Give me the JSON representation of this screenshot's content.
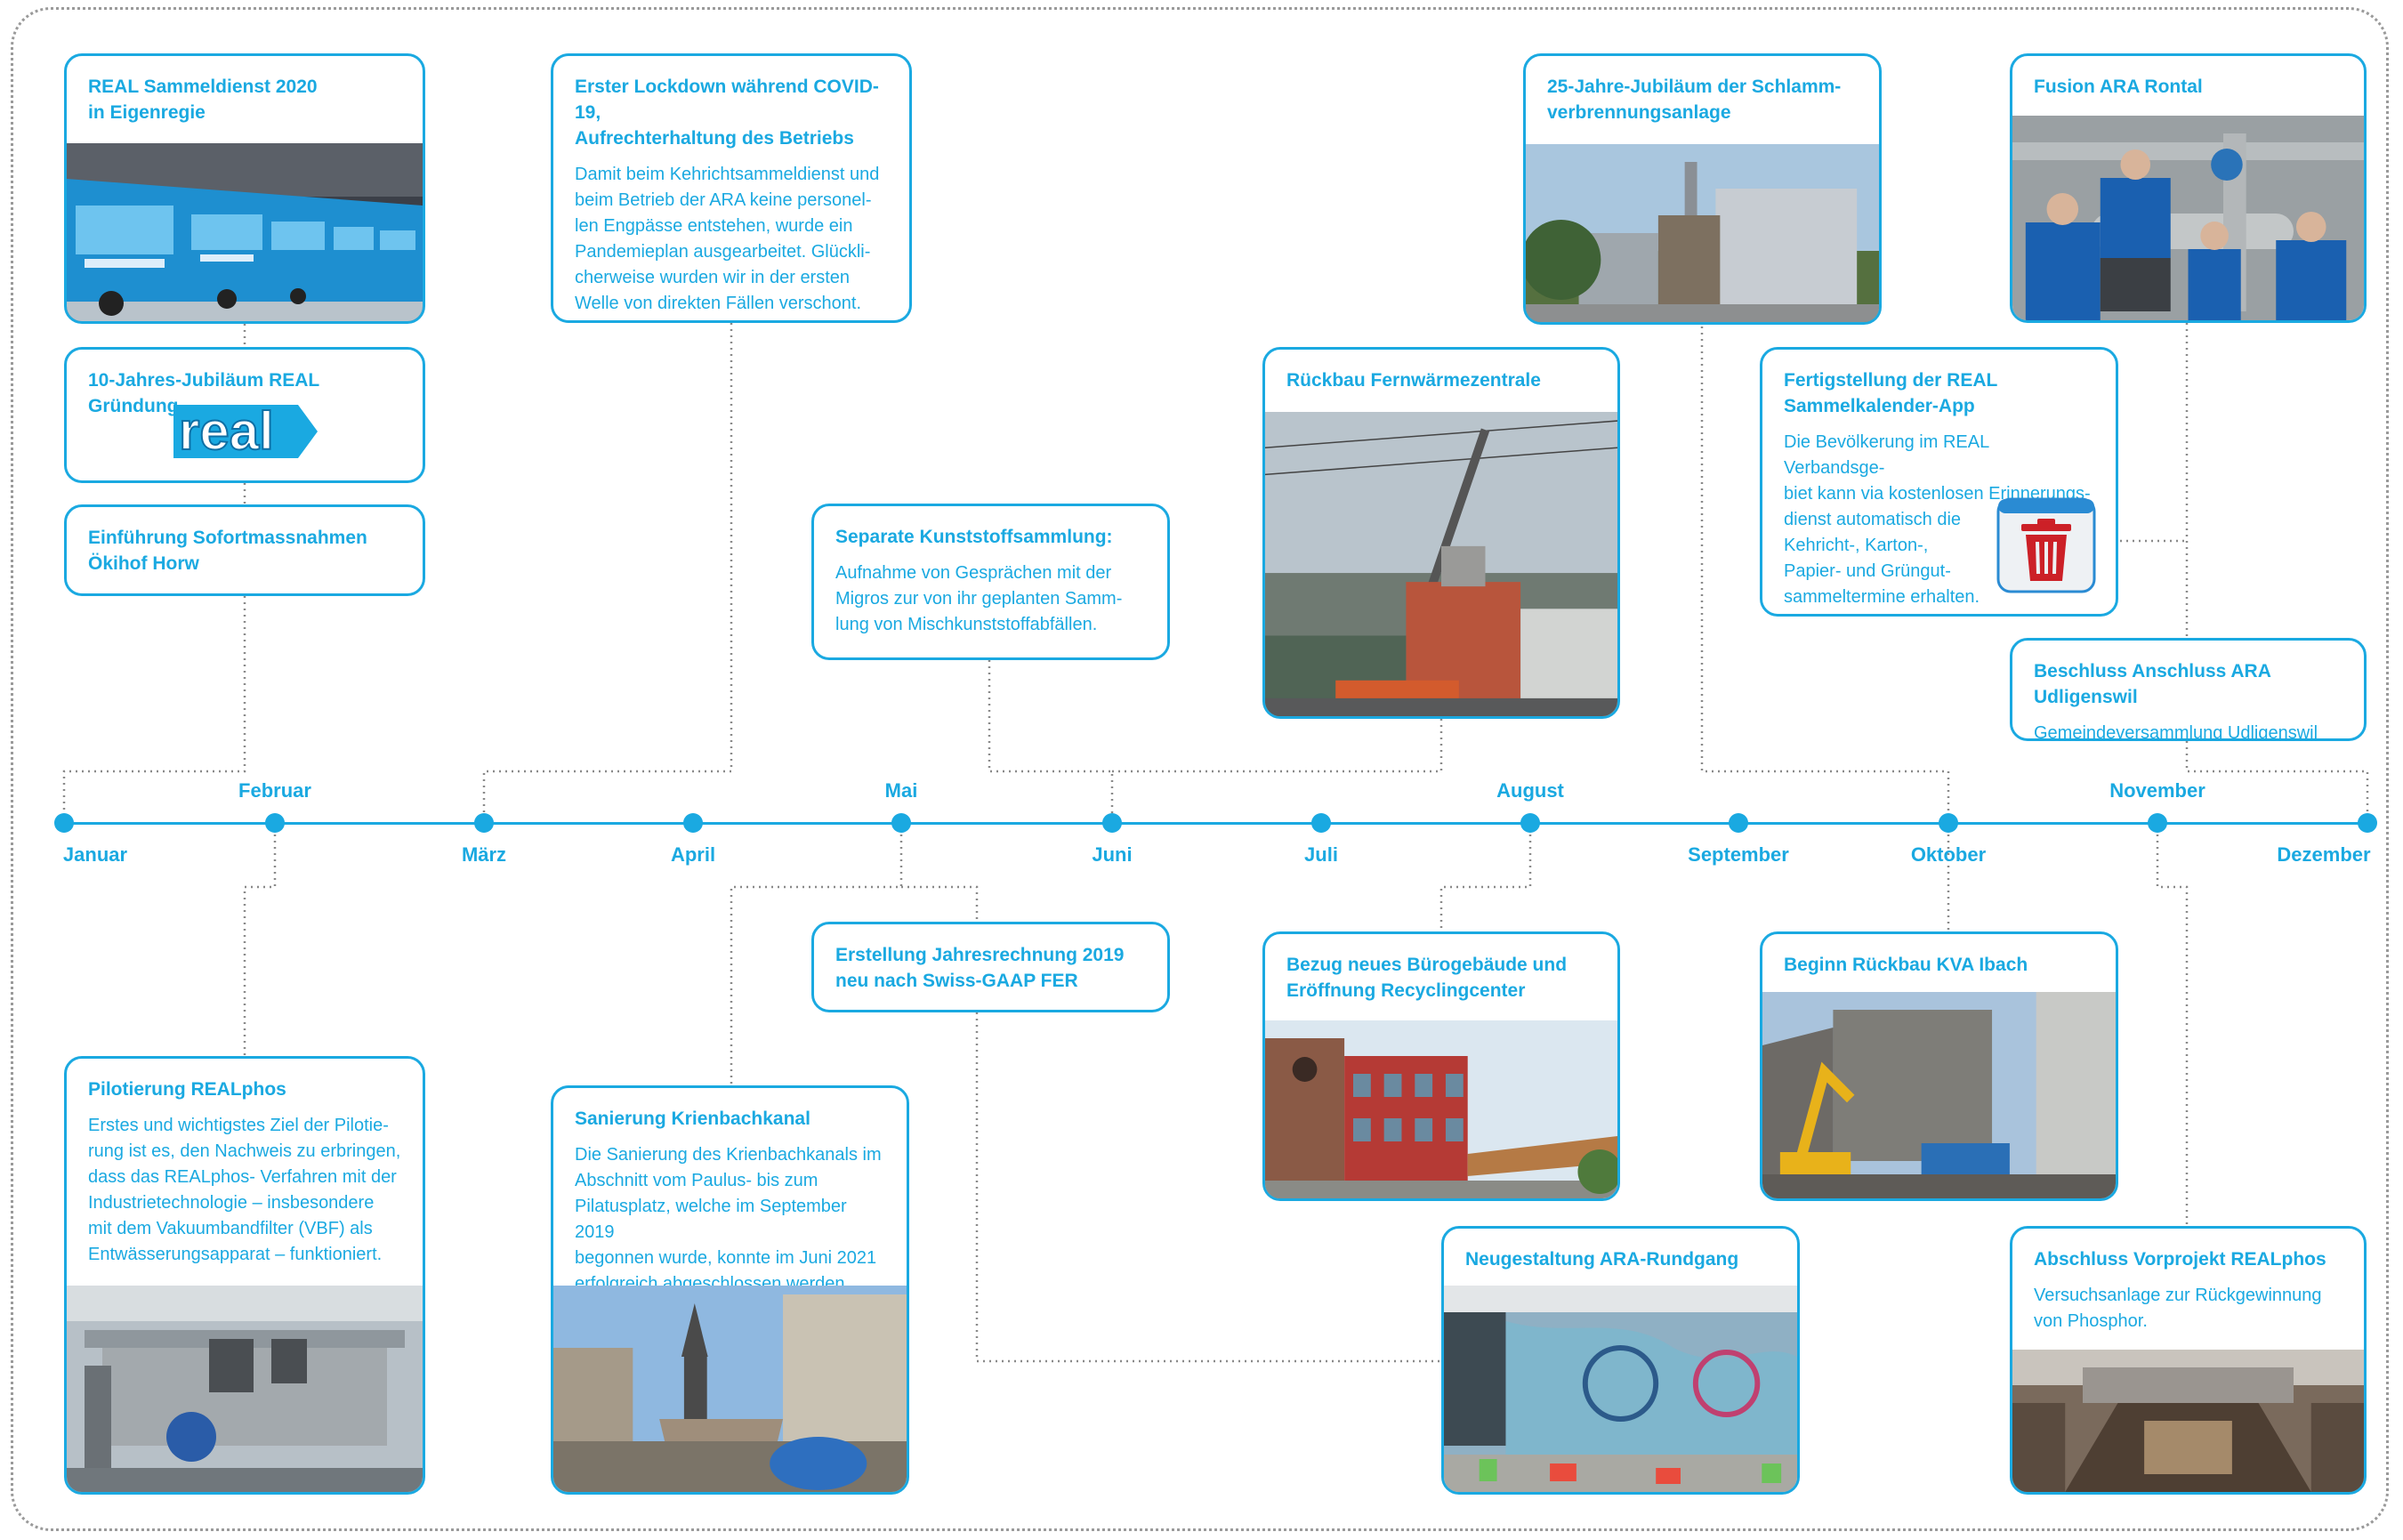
{
  "months": [
    "Januar",
    "Februar",
    "März",
    "April",
    "Mai",
    "Juni",
    "Juli",
    "August",
    "September",
    "Oktober",
    "November",
    "Dezember"
  ],
  "cards": {
    "sammeldienst": {
      "title": "REAL Sammeldienst 2020\nin Eigenregie"
    },
    "jubilaeum_real": {
      "title": "10-Jahres-Jubiläum REAL Gründung",
      "logo_text": "real"
    },
    "oekihof": {
      "title": "Einführung Sofortmassnahmen\nÖkihof Horw"
    },
    "lockdown": {
      "title": "Erster Lockdown während COVID-19,\nAufrechterhaltung des Betriebs",
      "body": "Damit beim Kehrichtsammeldienst und\nbeim Betrieb der ARA keine personel-\nlen Engpässe entstehen, wurde ein\nPandemieplan ausgearbeitet. Glückli-\ncherweise wurden wir in der ersten\nWelle von direkten Fällen verschont."
    },
    "kunststoff": {
      "title": "Separate Kunststoffsammlung:",
      "body": "Aufnahme von Gesprächen mit der\nMigros zur von ihr geplanten Samm-\nlung von Mischkunststoffabfällen."
    },
    "fernwaerme": {
      "title": "Rückbau Fernwärmezentrale"
    },
    "schlamm": {
      "title": "25-Jahre-Jubiläum der Schlamm-\nverbrennungsanlage"
    },
    "app": {
      "title": "Fertigstellung der REAL\nSammelkalender-App",
      "body": "Die Bevölkerung im REAL Verbandsge-\nbiet kann via kostenlosen Erinnerungs-\ndienst automatisch die\nKehricht-, Karton-,\nPapier- und Grüngut-\nsammeltermine erhalten."
    },
    "rontal": {
      "title": "Fusion ARA Rontal"
    },
    "udligenswil": {
      "title": "Beschluss Anschluss ARA Udligenswil",
      "body": "Gemeindeversammlung Udligenswil"
    },
    "realphos": {
      "title": "Pilotierung REALphos",
      "body": "Erstes und wichtigstes Ziel der Pilotie-\nrung ist es, den Nachweis zu erbringen,\ndass das REALphos- Verfahren mit der\nIndustrietechnologie – insbesondere\nmit dem Vakuumbandfilter (VBF) als\nEntwässerungsapparat – funktioniert."
    },
    "krienbach": {
      "title": "Sanierung Krienbachkanal",
      "body": "Die Sanierung des Krienbachkanals im\nAbschnitt vom Paulus- bis zum\nPilatusplatz, welche im September 2019\nbegonnen wurde, konnte im Juni 2021\nerfolgreich abgeschlossen werden."
    },
    "jahresrechnung": {
      "title": "Erstellung Jahresrechnung 2019\nneu nach Swiss-GAAP FER"
    },
    "buero": {
      "title": "Bezug neues Bürogebäude und\nEröffnung Recyclingcenter"
    },
    "ibach": {
      "title": "Beginn Rückbau KVA Ibach"
    },
    "rundgang": {
      "title": "Neugestaltung ARA-Rundgang"
    },
    "vorprojekt": {
      "title": "Abschluss Vorprojekt REALphos",
      "body": "Versuchsanlage zur Rückgewinnung\nvon Phosphor."
    }
  },
  "colors": {
    "accent": "#1aa9e1",
    "connector": "#8a8a8a",
    "frame": "#9a9a9a",
    "app_icon": "#cc2027"
  },
  "icons": {
    "app": "trash-bin-icon"
  }
}
